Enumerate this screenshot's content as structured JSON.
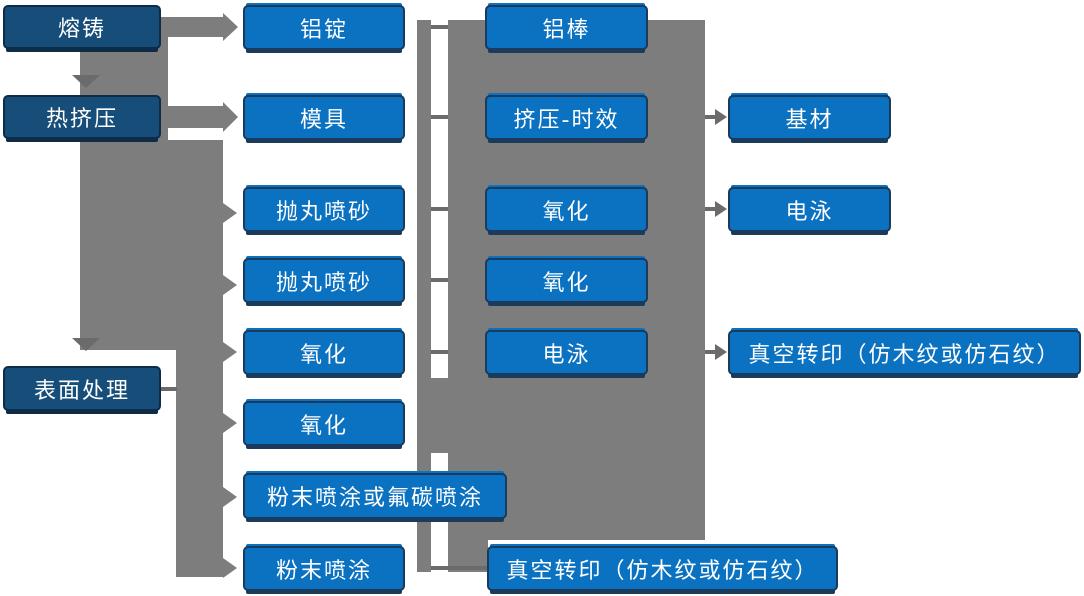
{
  "diagram_title": "",
  "colors": {
    "band": "#7D7D7D",
    "accent_line": "#6B6B6B",
    "process_box_fill": "#0B71C1",
    "process_box_border": "#1B3A5C",
    "stage_box_fill": "#174E79",
    "stage_box_border": "#0E2B47",
    "text": "#FFFFFF",
    "background": "#FFFFFF"
  },
  "nodes": [
    {
      "id": "melting_casting",
      "label": "熔铸"
    },
    {
      "id": "hot_extrusion",
      "label": "热挤压"
    },
    {
      "id": "surface_treatment",
      "label": "表面处理"
    },
    {
      "id": "aluminum_ingot",
      "label": "铝锭"
    },
    {
      "id": "mold",
      "label": "模具"
    },
    {
      "id": "shot_blasting_1",
      "label": "抛丸喷砂"
    },
    {
      "id": "shot_blasting_2",
      "label": "抛丸喷砂"
    },
    {
      "id": "oxidation_1",
      "label": "氧化"
    },
    {
      "id": "oxidation_2",
      "label": "氧化"
    },
    {
      "id": "powder_or_fluorocarbon_coating",
      "label": "粉末喷涂或氟碳喷涂"
    },
    {
      "id": "powder_coating",
      "label": "粉末喷涂"
    },
    {
      "id": "aluminum_rod",
      "label": "铝棒"
    },
    {
      "id": "extrusion_aging",
      "label": "挤压-时效"
    },
    {
      "id": "oxidation_3",
      "label": "氧化"
    },
    {
      "id": "oxidation_4",
      "label": "氧化"
    },
    {
      "id": "electrophoresis_1",
      "label": "电泳"
    },
    {
      "id": "vacuum_transfer_bottom",
      "label": "真空转印（仿木纹或仿石纹）"
    },
    {
      "id": "base_material",
      "label": "基材"
    },
    {
      "id": "electrophoresis_2",
      "label": "电泳"
    },
    {
      "id": "vacuum_transfer_right",
      "label": "真空转印（仿木纹或仿石纹）"
    }
  ],
  "edges": [
    {
      "from": "melting_casting",
      "to": "hot_extrusion",
      "style": "arrow-down"
    },
    {
      "from": "hot_extrusion",
      "to": "surface_treatment",
      "style": "arrow-down"
    },
    {
      "from": "melting_casting",
      "to": "aluminum_ingot",
      "style": "arrow-right"
    },
    {
      "from": "hot_extrusion",
      "to": "mold",
      "style": "arrow-right"
    },
    {
      "from": "hot_extrusion",
      "to": "shot_blasting_1",
      "style": "arrow-right"
    },
    {
      "from": "hot_extrusion",
      "to": "shot_blasting_2",
      "style": "arrow-right"
    },
    {
      "from": "hot_extrusion",
      "to": "oxidation_1",
      "style": "arrow-right"
    },
    {
      "from": "surface_treatment",
      "to": "oxidation_2",
      "style": "arrow-right"
    },
    {
      "from": "surface_treatment",
      "to": "powder_or_fluorocarbon_coating",
      "style": "arrow-right"
    },
    {
      "from": "surface_treatment",
      "to": "powder_coating",
      "style": "arrow-right"
    },
    {
      "from": "aluminum_ingot",
      "to": "aluminum_rod",
      "style": "line"
    },
    {
      "from": "mold",
      "to": "extrusion_aging",
      "style": "line"
    },
    {
      "from": "shot_blasting_1",
      "to": "oxidation_3",
      "style": "line"
    },
    {
      "from": "shot_blasting_2",
      "to": "oxidation_4",
      "style": "line"
    },
    {
      "from": "oxidation_1",
      "to": "electrophoresis_1",
      "style": "line"
    },
    {
      "from": "powder_coating",
      "to": "vacuum_transfer_bottom",
      "style": "line"
    },
    {
      "from": "extrusion_aging",
      "to": "base_material",
      "style": "arrow-right"
    },
    {
      "from": "oxidation_3",
      "to": "electrophoresis_2",
      "style": "arrow-right"
    },
    {
      "from": "electrophoresis_1",
      "to": "vacuum_transfer_right",
      "style": "arrow-right"
    }
  ]
}
